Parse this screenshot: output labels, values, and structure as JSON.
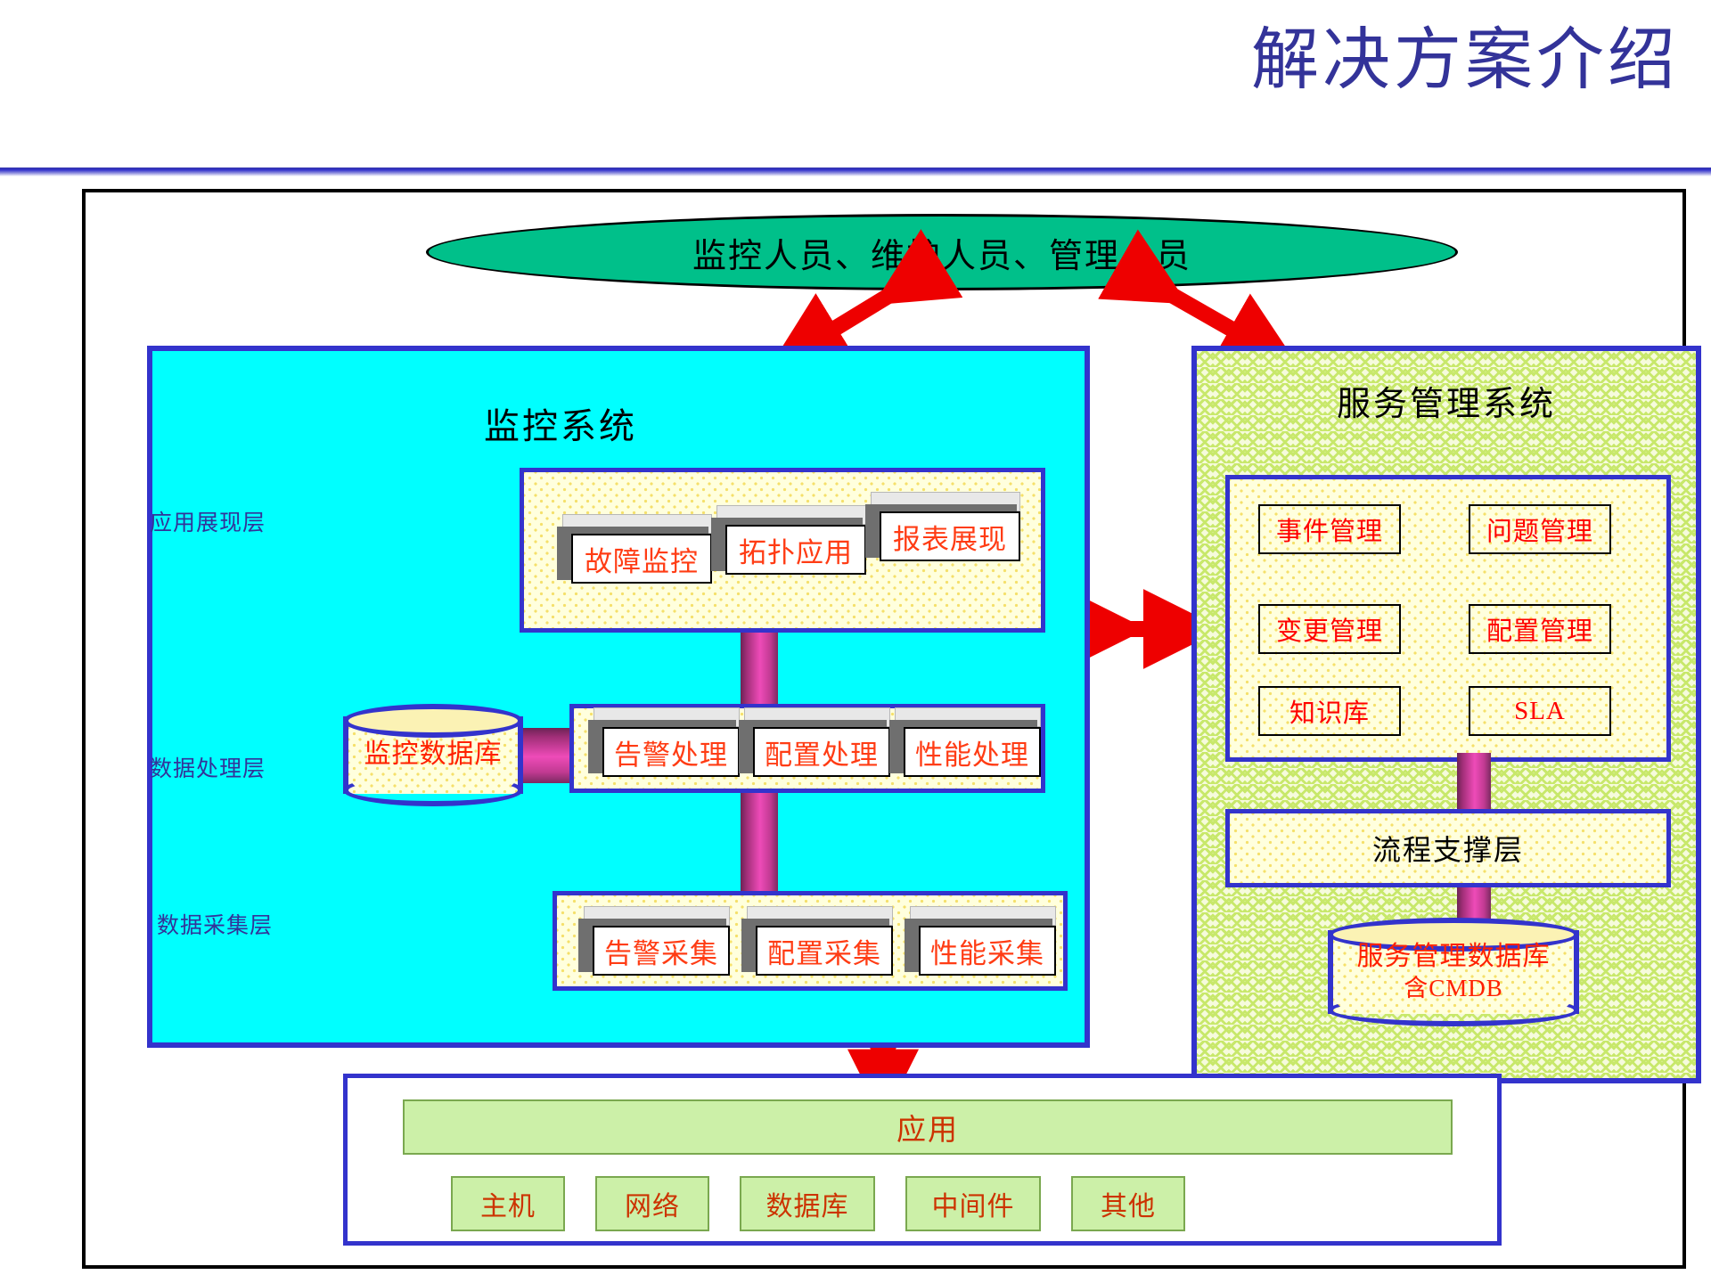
{
  "header": {
    "title": "解决方案介绍",
    "title_color": "#333399",
    "rule_color": "#3333cc"
  },
  "colors": {
    "actors_fill": "#00c08a",
    "monitor_fill": "#00ffff",
    "service_fill": "#f6fbdc",
    "panel_border": "#3333cc",
    "card_text": "#ff3c14",
    "item_text": "#ff0000",
    "connector_pink": "#ee4bb8",
    "arrow_red": "#ee0000",
    "app_chip_fill": "#ccf0a8",
    "app_chip_text": "#cc3300"
  },
  "actors": {
    "label": "监控人员、维护人员、管理人员"
  },
  "monitor_system": {
    "title": "监控系统",
    "layer_labels": [
      {
        "label": "应用展现层"
      },
      {
        "label": "数据处理层"
      },
      {
        "label": "数据采集层"
      }
    ],
    "presentation_layer": {
      "cards": [
        {
          "label": "故障监控"
        },
        {
          "label": "拓扑应用"
        },
        {
          "label": "报表展现"
        }
      ]
    },
    "processing_layer": {
      "cards": [
        {
          "label": "告警处理"
        },
        {
          "label": "配置处理"
        },
        {
          "label": "性能处理"
        }
      ]
    },
    "collection_layer": {
      "cards": [
        {
          "label": "告警采集"
        },
        {
          "label": "配置采集"
        },
        {
          "label": "性能采集"
        }
      ]
    },
    "database": {
      "label": "监控数据库"
    }
  },
  "service_system": {
    "title": "服务管理系统",
    "items": [
      {
        "label": "事件管理"
      },
      {
        "label": "问题管理"
      },
      {
        "label": "变更管理"
      },
      {
        "label": "配置管理"
      },
      {
        "label": "知识库"
      },
      {
        "label": "SLA"
      }
    ],
    "flow_support": {
      "label": "流程支撑层"
    },
    "database": {
      "label_line1": "服务管理数据库",
      "label_line2": "含CMDB"
    }
  },
  "application": {
    "bar_label": "应用",
    "chips": [
      {
        "label": "主机"
      },
      {
        "label": "网络"
      },
      {
        "label": "数据库"
      },
      {
        "label": "中间件"
      },
      {
        "label": "其他"
      }
    ]
  }
}
